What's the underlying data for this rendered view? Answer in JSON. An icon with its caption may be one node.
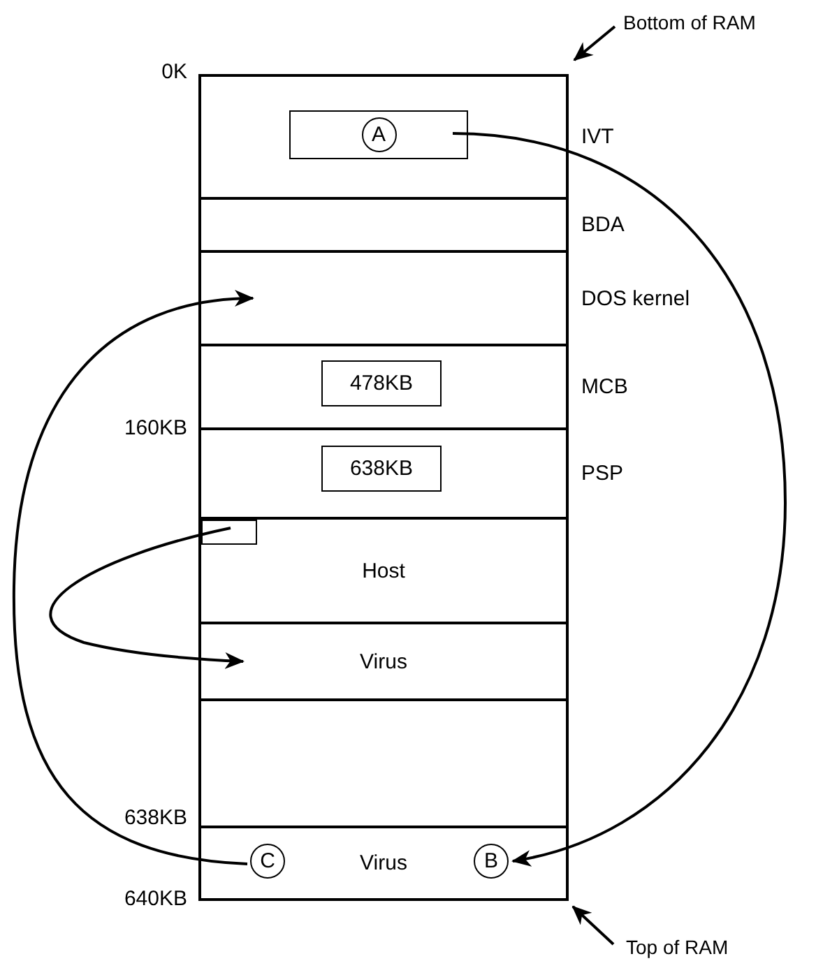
{
  "diagram": {
    "nodes": [
      {
        "text": [
          "IVT"
        ]
      },
      {
        "text": [
          "A"
        ],
        "in": 0
      },
      {
        "text": [
          "BDA"
        ]
      },
      {
        "text": [
          "DOS kernel"
        ]
      },
      {
        "text": [
          "MCB"
        ]
      },
      {
        "text": [
          "478KB"
        ],
        "in": 4
      },
      {
        "text": [
          "PSP"
        ]
      },
      {
        "text": [
          "638KB"
        ],
        "in": 6
      },
      {
        "text": [
          "Host"
        ]
      },
      {
        "text": [],
        "shape": "box",
        "in": 8
      },
      {
        "text": [
          "Virus"
        ]
      },
      {
        "text": [],
        "shape": "box"
      },
      {
        "text": [
          "Virus"
        ]
      },
      {
        "text": [
          "C"
        ],
        "in": 12
      },
      {
        "text": [
          "B"
        ],
        "in": 12
      },
      {
        "text": [
          "Bottom of RAM"
        ]
      },
      {
        "text": [
          "Top of RAM"
        ]
      }
    ],
    "edges": [
      {
        "from": 1,
        "to": 14,
        "arrow": "to"
      },
      {
        "from": 13,
        "to": 3,
        "arrow": "to"
      },
      {
        "from": 9,
        "to": 10,
        "arrow": "to"
      },
      {
        "from": 15,
        "to": 0,
        "arrow": "to"
      },
      {
        "from": 16,
        "to": 12,
        "arrow": "to"
      }
    ],
    "labels": [
      "0K",
      "160KB",
      "638KB",
      "640KB"
    ]
  }
}
